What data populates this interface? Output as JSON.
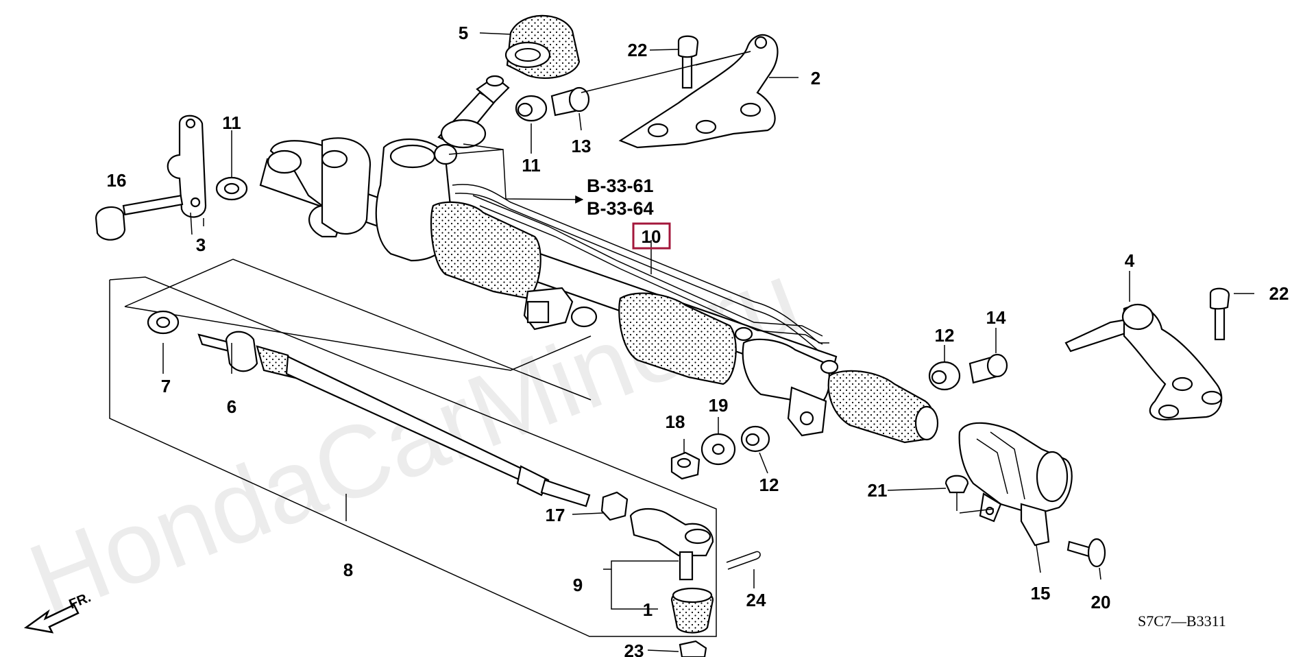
{
  "watermark": "HondaCarMine.ru",
  "diagram_code": "S7C7—B3311",
  "direction_label": "FR.",
  "highlight": {
    "part": "10",
    "color": "#a3173b"
  },
  "reference_labels": [
    "B-33-61",
    "B-33-64"
  ],
  "callouts": {
    "p1": "1",
    "p2": "2",
    "p3": "3",
    "p4": "4",
    "p5": "5",
    "p6": "6",
    "p7": "7",
    "p8": "8",
    "p9": "9",
    "p10": "10",
    "p11a": "11",
    "p11b": "11",
    "p12a": "12",
    "p12b": "12",
    "p13": "13",
    "p14": "14",
    "p15": "15",
    "p16": "16",
    "p17": "17",
    "p18": "18",
    "p19": "19",
    "p20": "20",
    "p21": "21",
    "p22a": "22",
    "p22b": "22",
    "p23": "23",
    "p24": "24"
  }
}
